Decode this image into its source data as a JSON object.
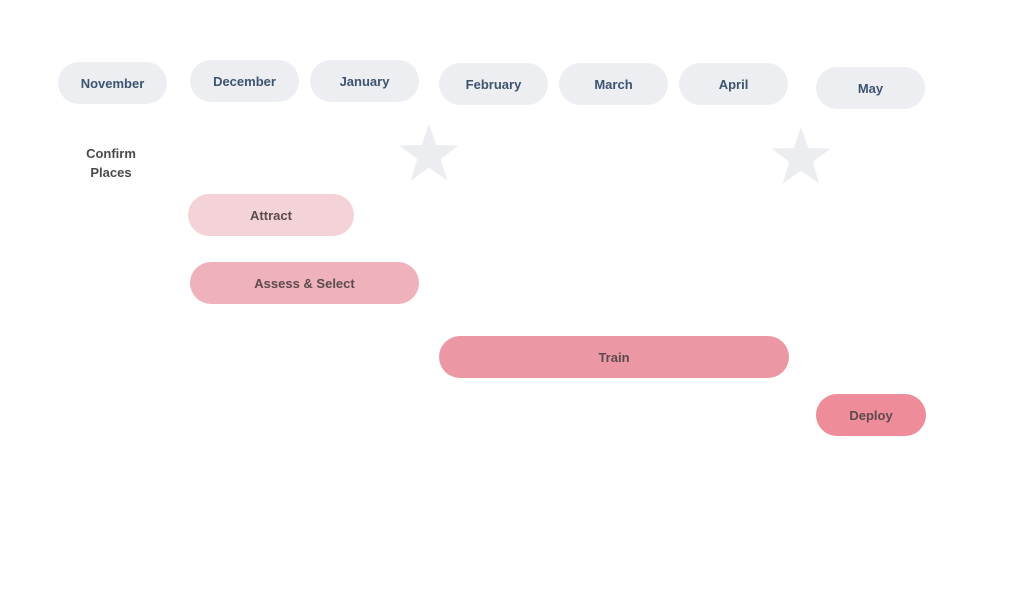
{
  "months": [
    "November",
    "December",
    "January",
    "February",
    "March",
    "April",
    "May"
  ],
  "milestone": {
    "label_line1": "Confirm",
    "label_line2": "Places"
  },
  "milestone_marker": "star-icon",
  "phases": [
    {
      "label": "Attract",
      "color": "#f3d3d8"
    },
    {
      "label": "Assess & Select",
      "color": "#efb2ba"
    },
    {
      "label": "Train",
      "color": "#ec98a4"
    },
    {
      "label": "Deploy",
      "color": "#ef8c99"
    }
  ],
  "colors": {
    "month_pill": "#eceef1",
    "month_text": "#3d5370",
    "star": "#ebedf0"
  }
}
